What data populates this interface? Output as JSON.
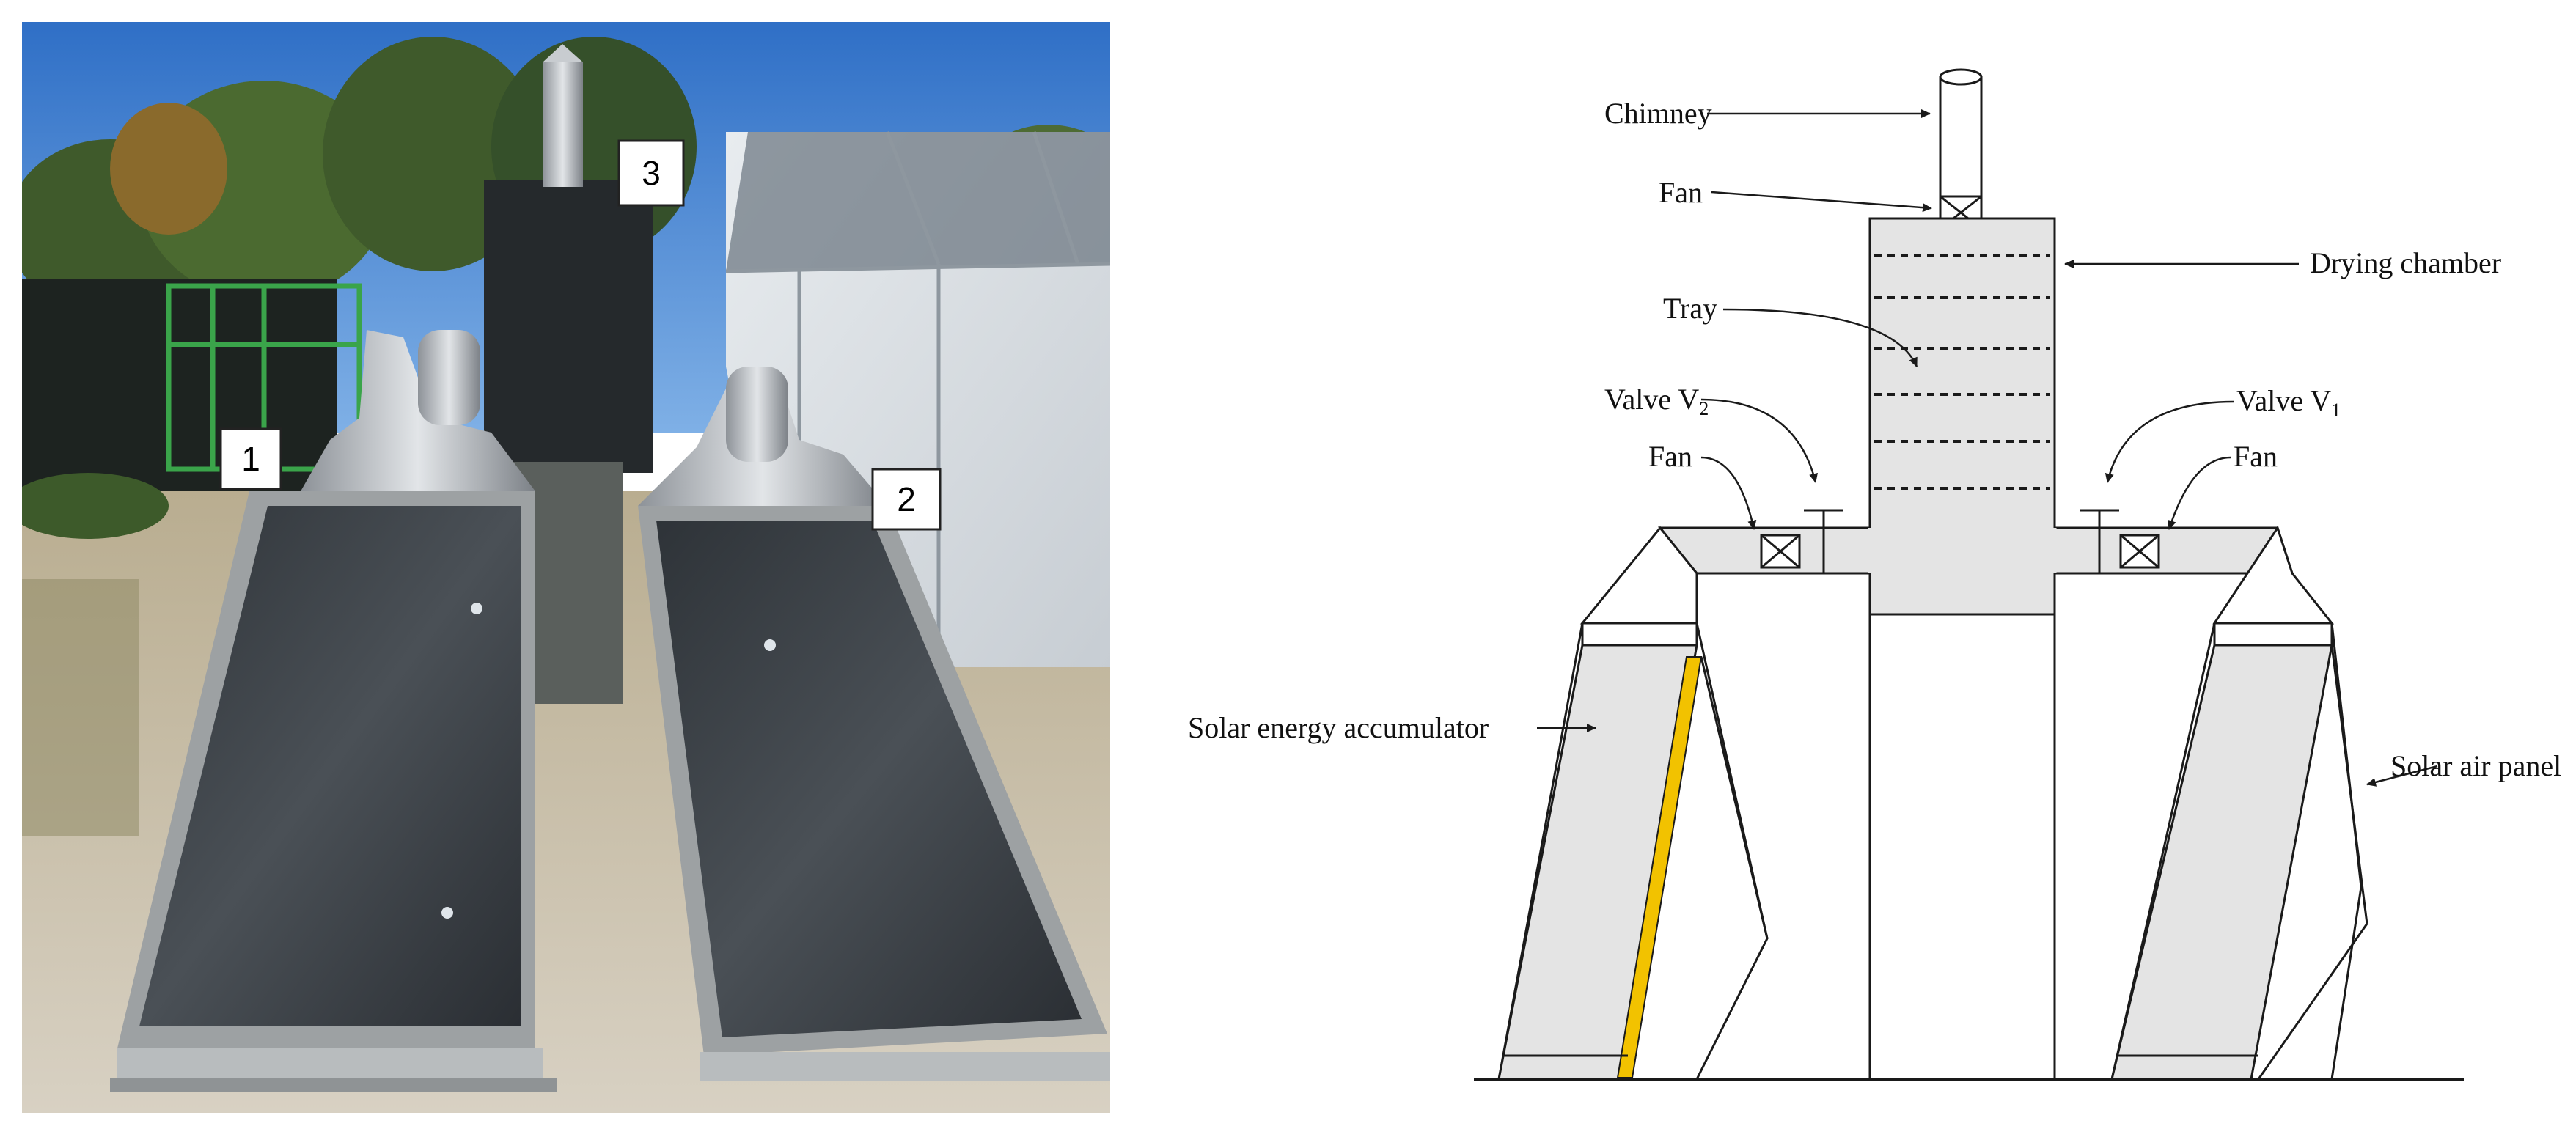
{
  "photo": {
    "markers": [
      {
        "id": "marker-1",
        "text": "1"
      },
      {
        "id": "marker-2",
        "text": "2"
      },
      {
        "id": "marker-3",
        "text": "3"
      }
    ]
  },
  "diagram": {
    "labels": {
      "chimney": "Chimney",
      "fan_top": "Fan",
      "drying_chamber": "Drying chamber",
      "tray": "Tray",
      "valve_v2": "Valve V",
      "valve_v2_sub": "2",
      "valve_v1": "Valve V",
      "valve_v1_sub": "1",
      "fan_left": "Fan",
      "fan_right": "Fan",
      "solar_energy_accumulator": "Solar energy accumulator",
      "solar_air_panel": "Solar air panel"
    }
  },
  "colors": {
    "chamber_fill": "#e4e4e4",
    "accumulator_stripe": "#f2c200",
    "line": "#1a1a1a"
  }
}
